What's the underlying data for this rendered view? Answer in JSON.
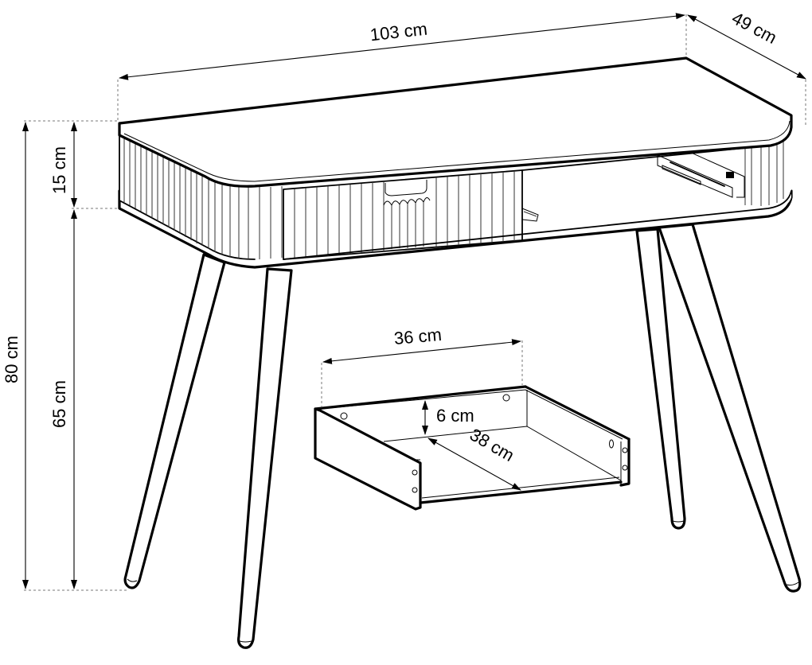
{
  "title": "Console desk technical dimension drawing",
  "colors": {
    "line": "#000000",
    "background": "#ffffff",
    "extension_line": "#777777"
  },
  "dimensions": {
    "width": "103 cm",
    "depth": "49 cm",
    "total_height": "80 cm",
    "apron_height": "15 cm",
    "leg_height": "65 cm",
    "drawer_width": "36 cm",
    "drawer_height": "6 cm",
    "drawer_depth": "38 cm"
  },
  "components": [
    {
      "name": "tabletop",
      "label": "rounded tabletop"
    },
    {
      "name": "fluted-apron",
      "label": "fluted apron with drawer"
    },
    {
      "name": "open-shelf",
      "label": "open compartment with drawer runners"
    },
    {
      "name": "legs",
      "label": "4 tapered splayed legs"
    },
    {
      "name": "drawer",
      "label": "removable drawer box"
    }
  ]
}
